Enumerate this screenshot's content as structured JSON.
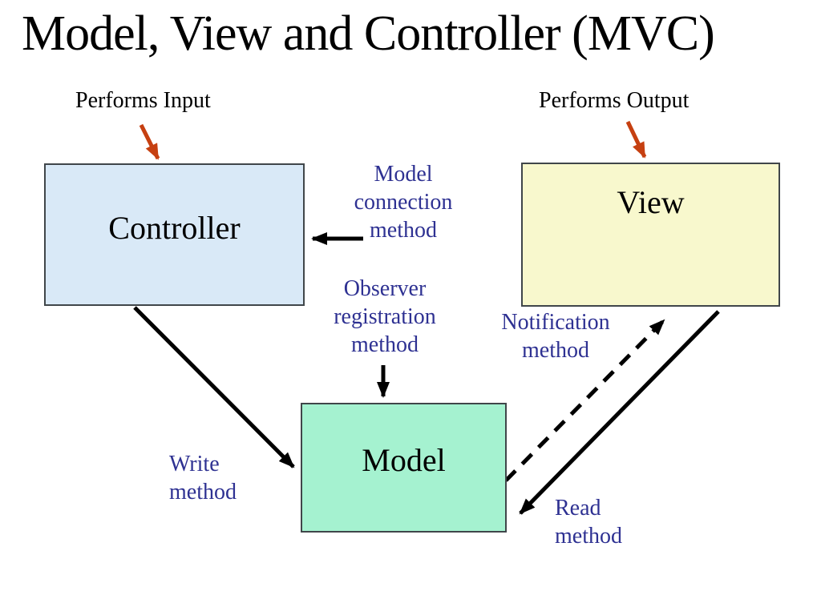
{
  "slide": {
    "title": "Model, View and Controller (MVC)"
  },
  "boxes": {
    "controller": {
      "label": "Controller"
    },
    "view": {
      "label": "View"
    },
    "model": {
      "label": "Model"
    }
  },
  "annotations": {
    "performs_input": "Performs Input",
    "performs_output": "Performs Output",
    "model_connection": {
      "lines": [
        "Model",
        "connection",
        "method"
      ]
    },
    "observer_registration": {
      "lines": [
        "Observer",
        "registration",
        "method"
      ]
    },
    "notification": {
      "lines": [
        "Notification",
        "method"
      ]
    },
    "write": {
      "lines": [
        "Write",
        "method"
      ]
    },
    "read": {
      "lines": [
        "Read",
        "method"
      ]
    }
  },
  "edges": [
    {
      "id": "performs-input-arrow",
      "from": "performs_input_label",
      "to": "controller",
      "style": "solid",
      "color": "red"
    },
    {
      "id": "performs-output-arrow",
      "from": "performs_output_label",
      "to": "view",
      "style": "solid",
      "color": "red"
    },
    {
      "id": "model-connection-arrow",
      "from": "model_connection_label",
      "to": "controller",
      "style": "solid",
      "color": "black",
      "label": "Model connection method"
    },
    {
      "id": "observer-registration-arrow",
      "from": "observer_registration_label",
      "to": "model",
      "style": "solid",
      "color": "black",
      "label": "Observer registration method"
    },
    {
      "id": "write-method-arrow",
      "from": "controller",
      "to": "model",
      "style": "solid",
      "color": "black",
      "label": "Write method"
    },
    {
      "id": "notification-method-arrow",
      "from": "model",
      "to": "view",
      "style": "dashed",
      "color": "black",
      "label": "Notification method"
    },
    {
      "id": "read-method-arrow",
      "from": "view",
      "to": "model",
      "style": "solid",
      "color": "black",
      "label": "Read method"
    }
  ],
  "colors": {
    "background": "#ffffff",
    "title_text": "#000000",
    "box_border": "#40464a",
    "controller_fill": "#d9e9f7",
    "view_fill": "#f8f8cd",
    "model_fill": "#a5f2d0",
    "method_label_blue": "#2e3192",
    "arrow_black": "#000000",
    "arrow_red": "#c64011"
  }
}
